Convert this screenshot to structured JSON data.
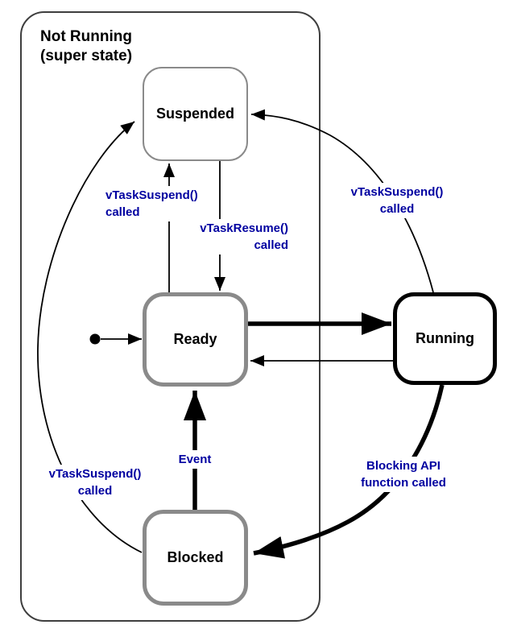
{
  "colors": {
    "label_blue": "#0000A0",
    "state_border_gray": "#8a8a8a",
    "running_border": "#000000",
    "diagram_line": "#000000",
    "background": "#ffffff"
  },
  "diagram": {
    "superstate": {
      "title_line1": "Not Running",
      "title_line2": "(super state)"
    },
    "states": {
      "suspended": "Suspended",
      "ready": "Ready",
      "running": "Running",
      "blocked": "Blocked"
    },
    "edge_labels": {
      "ready_to_suspended": {
        "line1": "vTaskSuspend()",
        "line2": "called"
      },
      "suspended_to_ready": {
        "line1": "vTaskResume()",
        "line2": "called"
      },
      "running_to_suspended": {
        "line1": "vTaskSuspend()",
        "line2": "called"
      },
      "blocked_to_suspended": {
        "line1": "vTaskSuspend()",
        "line2": "called"
      },
      "blocked_to_ready": {
        "text": "Event"
      },
      "running_to_blocked": {
        "line1": "Blocking API",
        "line2": "function called"
      }
    },
    "transitions": [
      {
        "from": "initial",
        "to": "ready",
        "label": "",
        "style": "thin"
      },
      {
        "from": "ready",
        "to": "running",
        "label": "",
        "style": "thick"
      },
      {
        "from": "running",
        "to": "ready",
        "label": "",
        "style": "thin"
      },
      {
        "from": "ready",
        "to": "suspended",
        "label": "vTaskSuspend() called",
        "style": "thin"
      },
      {
        "from": "suspended",
        "to": "ready",
        "label": "vTaskResume() called",
        "style": "thin"
      },
      {
        "from": "running",
        "to": "suspended",
        "label": "vTaskSuspend() called",
        "style": "thin"
      },
      {
        "from": "blocked",
        "to": "suspended",
        "label": "vTaskSuspend() called",
        "style": "thin"
      },
      {
        "from": "running",
        "to": "blocked",
        "label": "Blocking API function called",
        "style": "thick"
      },
      {
        "from": "blocked",
        "to": "ready",
        "label": "Event",
        "style": "thick"
      }
    ]
  }
}
